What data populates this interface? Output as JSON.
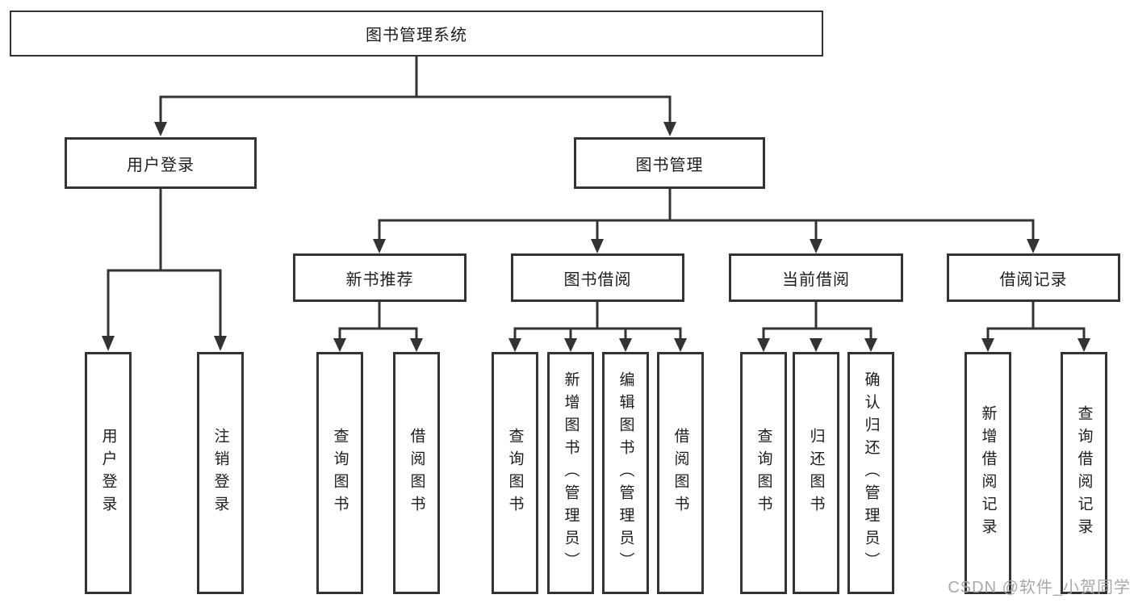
{
  "colors": {
    "line": "#333333",
    "box_border": "#333333",
    "text": "#1d1d1d",
    "watermark": "#a3a3a3",
    "background": "#ffffff"
  },
  "tree": {
    "root": {
      "label": "图书管理系统"
    },
    "level2": [
      {
        "label": "用户登录",
        "leaves": [
          {
            "label": "用户登录"
          },
          {
            "label": "注销登录"
          }
        ]
      },
      {
        "label": "图书管理",
        "groups": [
          {
            "label": "新书推荐",
            "leaves": [
              {
                "label": "查询图书"
              },
              {
                "label": "借阅图书"
              }
            ]
          },
          {
            "label": "图书借阅",
            "leaves": [
              {
                "label": "查询图书"
              },
              {
                "label": "新增图书（管理员）"
              },
              {
                "label": "编辑图书（管理员）"
              },
              {
                "label": "借阅图书"
              }
            ]
          },
          {
            "label": "当前借阅",
            "leaves": [
              {
                "label": "查询图书"
              },
              {
                "label": "归还图书"
              },
              {
                "label": "确认归还（管理员）"
              }
            ]
          },
          {
            "label": "借阅记录",
            "leaves": [
              {
                "label": "新增借阅记录"
              },
              {
                "label": "查询借阅记录"
              }
            ]
          }
        ]
      }
    ]
  },
  "watermark": "CSDN @软件_小贺同学"
}
